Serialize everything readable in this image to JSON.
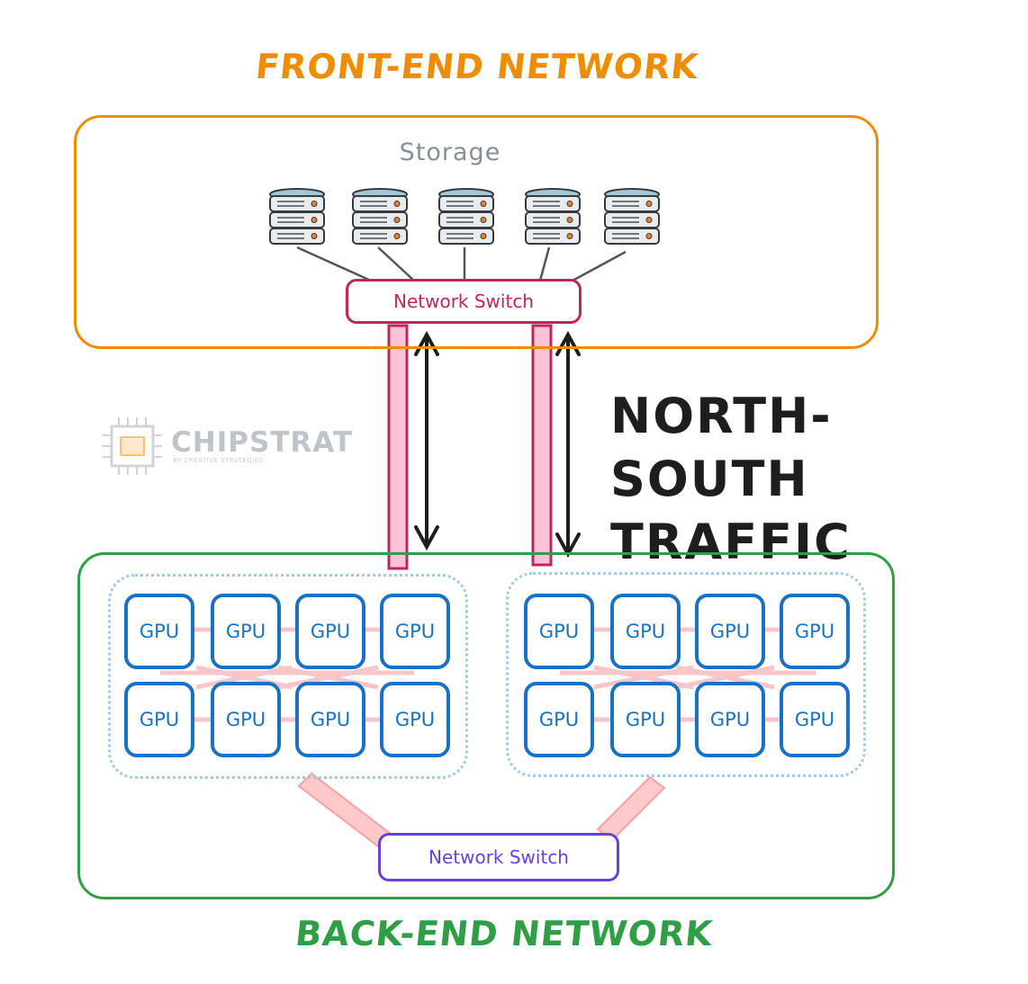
{
  "titles": {
    "front_end": "FRONT-END NETWORK",
    "back_end": "BACK-END NETWORK"
  },
  "storage": {
    "label": "Storage",
    "server_count": 5,
    "icon": "server-stack-icon"
  },
  "front_switch": {
    "label": "Network Switch"
  },
  "back_switch": {
    "label": "Network Switch"
  },
  "traffic_label": {
    "line1": "NORTH-SOUTH",
    "line2": "TRAFFIC"
  },
  "logo": {
    "name": "CHIPSTRAT",
    "sub": "BY CREATIVE STRATEGIES"
  },
  "gpu_groups": [
    {
      "gpus": [
        "GPU",
        "GPU",
        "GPU",
        "GPU",
        "GPU",
        "GPU",
        "GPU",
        "GPU"
      ]
    },
    {
      "gpus": [
        "GPU",
        "GPU",
        "GPU",
        "GPU",
        "GPU",
        "GPU",
        "GPU",
        "GPU"
      ]
    }
  ],
  "colors": {
    "front": "#f08c00",
    "back": "#2f9e44",
    "front_switch": "#c2255c",
    "back_switch": "#6741d9",
    "gpu": "#1971c2",
    "link": "#f5b5c0",
    "storage": "#868e96"
  }
}
